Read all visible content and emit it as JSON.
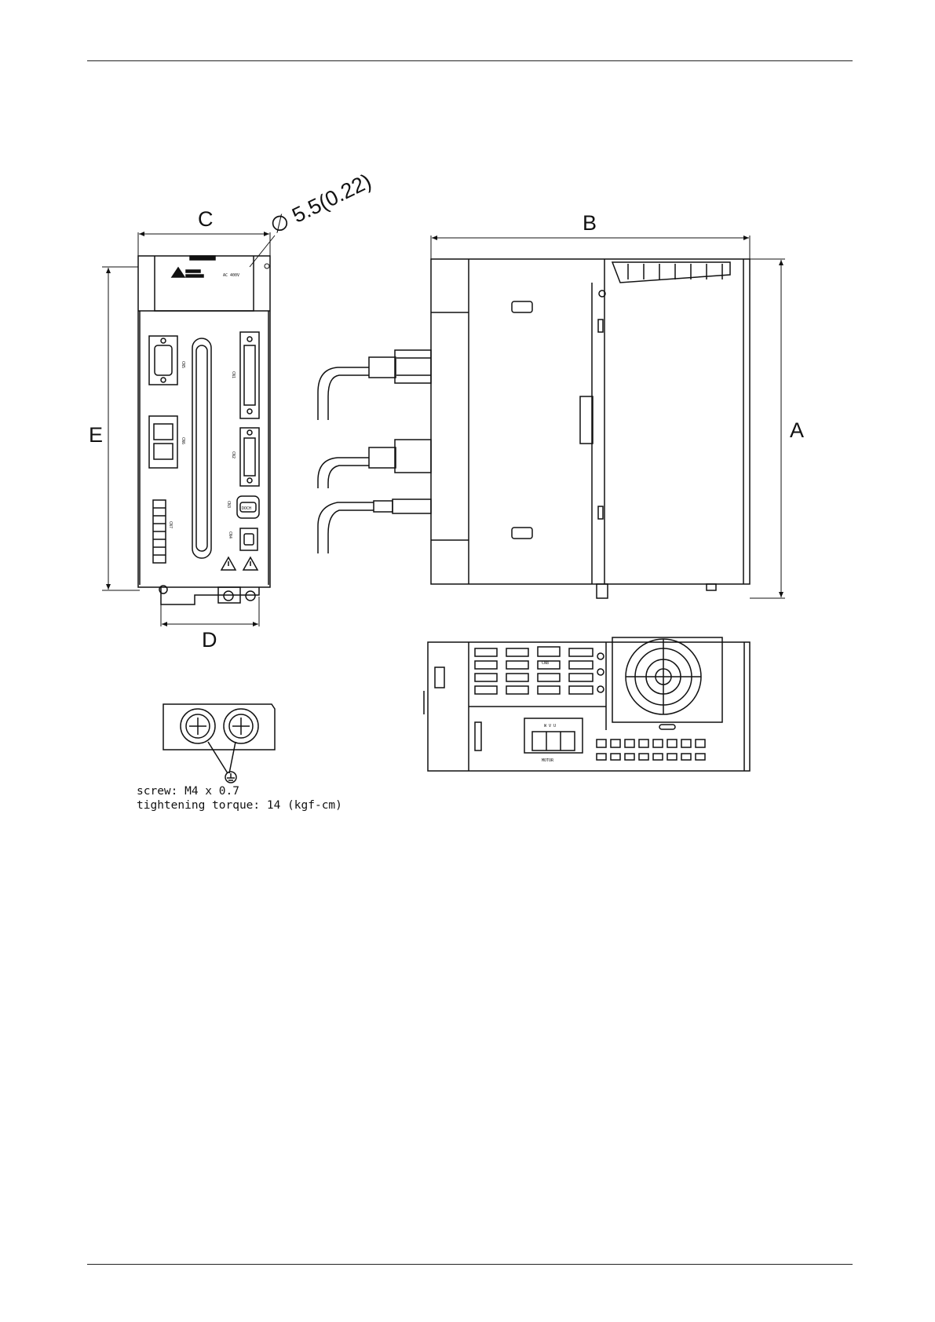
{
  "page": {
    "header_rule": true,
    "footer_rule": true
  },
  "dimensions": {
    "a": "A",
    "b": "B",
    "c": "C",
    "d": "D",
    "e": "E",
    "hole": "∅ 5.5(0.22)"
  },
  "front_panel": {
    "rating": "AC 400V",
    "connectors": [
      "CN5",
      "CN6",
      "CN1",
      "CN2",
      "CN3",
      "CN4",
      "CN7"
    ],
    "cn3_port_text": "DOCH"
  },
  "bottom_view": {
    "cn8": "CN8",
    "motor_terminals": "W V U",
    "motor_label": "MOTOR"
  },
  "ground_screw": {
    "screw_spec": "screw: M4 x 0.7",
    "torque_spec": "tightening torque: 14 (kgf-cm)"
  }
}
